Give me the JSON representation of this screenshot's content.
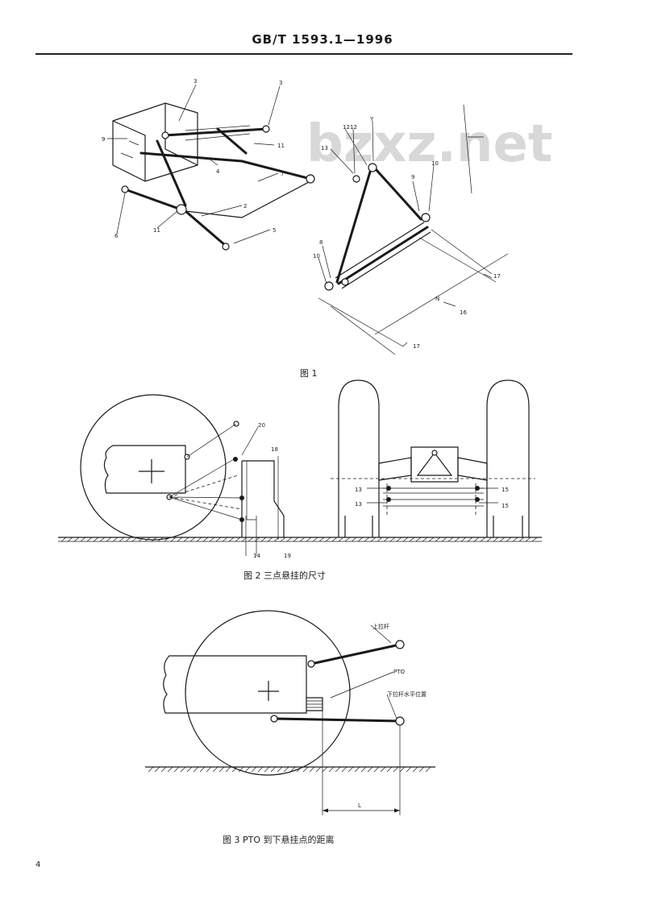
{
  "header": {
    "standard": "GB/T 1593.1—1996"
  },
  "watermark": "bzxz.net",
  "figure1": {
    "caption": "图 1",
    "callouts_left": [
      "3",
      "3",
      "9",
      "11",
      "4",
      "7",
      "2",
      "6",
      "11",
      "5"
    ],
    "callouts_right": [
      "12",
      "Y",
      "13",
      "12",
      "10",
      "9",
      "8",
      "17",
      "N",
      "16",
      "17",
      "10"
    ]
  },
  "figure2": {
    "caption": "图 2  三点悬挂的尺寸",
    "callouts": [
      "20",
      "18",
      "14",
      "19",
      "13",
      "13",
      "15",
      "15"
    ]
  },
  "figure3": {
    "caption": "图 3  PTO 到下悬挂点的距离",
    "labels": {
      "upper_link": "上拉杆",
      "pto": "PTO",
      "lower_link": "下拉杆水平位置",
      "dimension": "L"
    }
  },
  "page_number": "4"
}
